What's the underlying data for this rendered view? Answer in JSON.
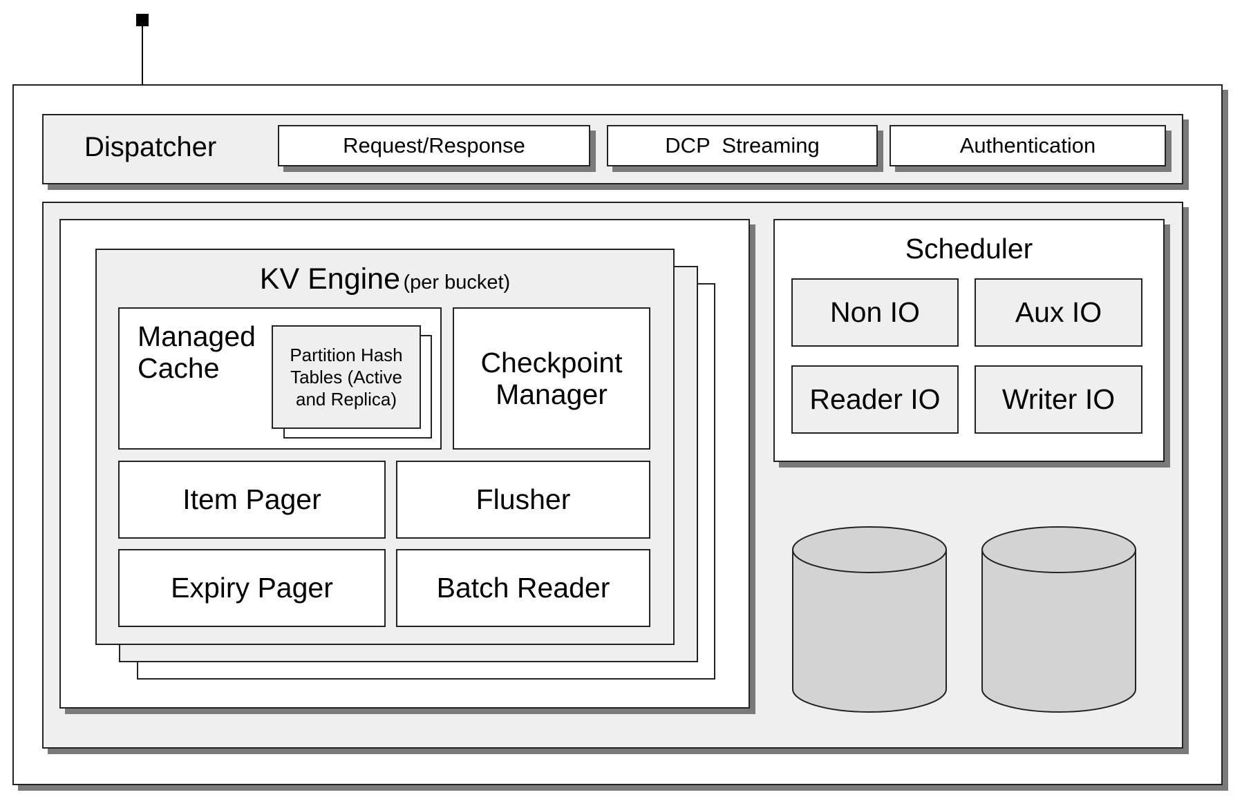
{
  "dispatcher": {
    "title": "Dispatcher",
    "components": [
      "Request/Response",
      "DCP  Streaming",
      "Authentication"
    ]
  },
  "kv_engine": {
    "title": "KV Engine",
    "subtitle": "(per bucket)",
    "managed_cache": {
      "title_line1": "Managed",
      "title_line2": "Cache",
      "partition_tables": [
        "Partition Hash",
        "Tables (Active",
        "and Replica)"
      ]
    },
    "checkpoint_manager": [
      "Checkpoint",
      "Manager"
    ],
    "item_pager": "Item Pager",
    "flusher": "Flusher",
    "expiry_pager": "Expiry Pager",
    "batch_reader": "Batch Reader"
  },
  "scheduler": {
    "title": "Scheduler",
    "threads": [
      "Non IO",
      "Aux IO",
      "Reader IO",
      "Writer IO"
    ]
  },
  "storage": {
    "icons": [
      "database-cylinder-icon",
      "database-cylinder-icon"
    ],
    "fill_color": "#d3d3d3"
  },
  "colors": {
    "panel_grey": "#efefef",
    "border": "#222222",
    "shadow": "#7a7a7a"
  }
}
